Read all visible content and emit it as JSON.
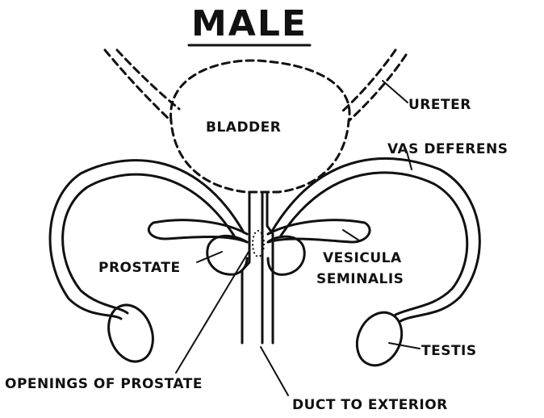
{
  "title": "MALE",
  "labels": {
    "ureter": "URETER",
    "bladder": "BLADDER",
    "vas_deferens": "VAS DEFERENS",
    "prostate": "PROSTATE",
    "vesicula_line1": "VESICULA",
    "vesicula_line2": "SEMINALIS",
    "testis": "TESTIS",
    "openings_of_prostate": "OPENINGS OF PROSTATE",
    "duct_to_exterior": "DUCT TO EXTERIOR"
  },
  "colors": {
    "ink": "#111111",
    "background": "#ffffff"
  }
}
